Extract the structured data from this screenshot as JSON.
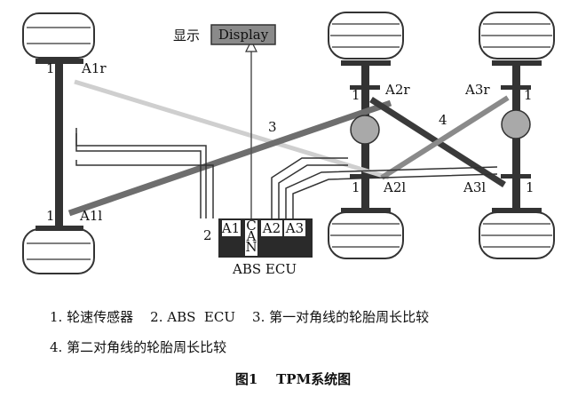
{
  "display": {
    "box_label": "Display",
    "side_label": "显示"
  },
  "ecu": {
    "number": "2",
    "ports": [
      "A1",
      "A2",
      "A3"
    ],
    "can": [
      "C",
      "A",
      "N"
    ],
    "name": "ABS ECU"
  },
  "sensors": {
    "front_left": {
      "num": "1",
      "label": "A1r"
    },
    "rear_left": {
      "num": "1",
      "label": "A1l"
    },
    "mid_top": {
      "num": "1",
      "label": "A2r"
    },
    "mid_bottom": {
      "num": "1",
      "label": "A2l"
    },
    "right_top": {
      "num": "1",
      "label": "A3r"
    },
    "right_bottom": {
      "num": "1",
      "label": "A3l"
    }
  },
  "diagonals": {
    "first": "3",
    "second": "4"
  },
  "caption": {
    "line1": "1. 轮速传感器    2. ABS  ECU    3. 第一对角线的轮胎周长比较",
    "line2": "4. 第二对角线的轮胎周长比较",
    "title": "图1    TPM系统图"
  },
  "colors": {
    "dark": "#333333",
    "mid_grey": "#7a7a7a",
    "light_grey": "#c8c8c8",
    "hub": "#a9a9a9"
  }
}
